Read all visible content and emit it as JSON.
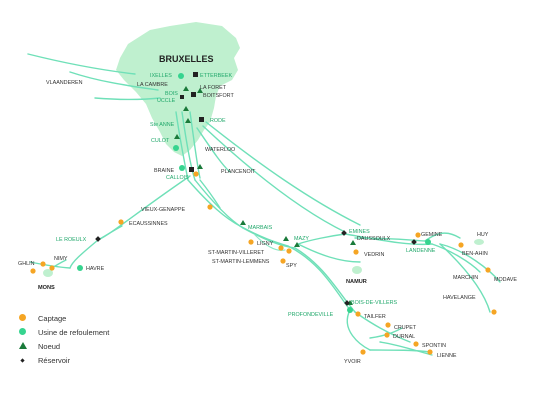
{
  "map": {
    "region_title": "BRUXELLES",
    "colors": {
      "brussels_region": "#bff0cf",
      "pipeline": "#6fe0b8",
      "captage": "#f5a524",
      "usine": "#36d48f",
      "noeud": "#1a7a3a",
      "reservoir": "#222222",
      "green_label": "#21a86b"
    },
    "labels": {
      "vlaanderen": "VLAANDEREN",
      "ixelles": "IXELLES",
      "etterbeek": "ETTERBEEK",
      "la_cambre": "LA CAMBRE",
      "bois": "BOIS",
      "la_foret": "LA FORET",
      "uccle": "UCCLE",
      "boitsfort": "BOITSFORT",
      "rode": "RODE",
      "ste_anne": "Ste ANNE",
      "culot": "CULOT",
      "waterloo": "WATERLOO",
      "braine": "BRAINE",
      "callois": "CALLOIS",
      "plancenoit": "PLANCENOIT",
      "vieux_genappe": "VIEUX-GENAPPE",
      "ecaussinnes": "ECAUSSINNES",
      "le_roeulx": "LE ROEULX",
      "ghlin": "GHLIN",
      "nimy": "NIMY",
      "havre": "HAVRE",
      "mons": "MONS",
      "marbais": "MARBAIS",
      "ligny": "LIGNY",
      "mazy": "MAZY",
      "st_martin_villeret": "ST-MARTIN-VILLERET",
      "st_martin_lemmens": "ST-MARTIN-LEMMENS",
      "spy": "SPY",
      "emines": "EMINES",
      "daussoulx": "DAUSSOULX",
      "vedrin": "VEDRIN",
      "namur": "NAMUR",
      "gemine": "GEMINE",
      "landenne": "LANDENNE",
      "ben_ahin": "BEN-AHIN",
      "huy": "HUY",
      "marchin": "MARCHIN",
      "modave": "MODAVE",
      "havelange": "HAVELANGE",
      "profondeville": "PROFONDEVILLE",
      "bois_de_villers": "BOIS-DE-VILLERS",
      "tailfer": "TAILFER",
      "crupet": "CRUPET",
      "durnal": "DURNAL",
      "spontin": "SPONTIN",
      "lienne": "LIENNE",
      "yvoir": "YVOIR"
    }
  },
  "legend": {
    "captage": "Captage",
    "usine": "Usine de refoulement",
    "noeud": "Noeud",
    "reservoir": "Réservoir"
  }
}
